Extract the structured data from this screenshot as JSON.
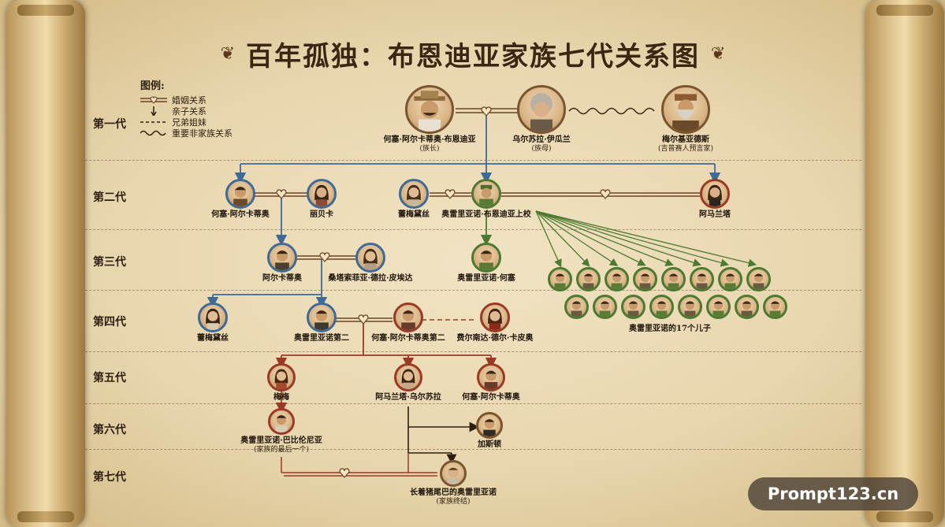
{
  "title": "百年孤独：布恩迪亚家族七代关系图",
  "legend": {
    "heading": "图例:",
    "items": [
      "婚姻关系",
      "亲子关系",
      "兄弟姐妹",
      "重要非家族关系"
    ]
  },
  "generations": [
    "第一代",
    "第二代",
    "第三代",
    "第四代",
    "第五代",
    "第六代",
    "第七代"
  ],
  "people": {
    "jose_arcadio_buendia": {
      "name": "何塞·阿尔卡蒂奥·布恩迪亚",
      "sub": "(族长)"
    },
    "ursula": {
      "name": "乌尔苏拉·伊瓜兰",
      "sub": "(族母)"
    },
    "melquiades": {
      "name": "梅尔基亚德斯",
      "sub": "(吉普赛人预言家)"
    },
    "jose_arcadio": {
      "name": "何塞·阿尔卡蒂奥"
    },
    "rebeca": {
      "name": "丽贝卡"
    },
    "remedios": {
      "name": "蕾梅黛丝"
    },
    "colonel_aureliano": {
      "name": "奥雷里亚诺·布恩迪亚上校"
    },
    "amaranta": {
      "name": "阿马兰塔"
    },
    "arcadio": {
      "name": "阿尔卡蒂奥"
    },
    "santa_sofia": {
      "name": "桑塔索菲亚·德拉·皮埃达"
    },
    "aureliano_jose": {
      "name": "奥雷里亚诺·何塞"
    },
    "seventeen_sons": {
      "name": "奥雷里亚诺的17个儿子"
    },
    "remedios_beauty": {
      "name": "蕾梅黛丝"
    },
    "aureliano_segundo": {
      "name": "奥雷里亚诺第二"
    },
    "jose_arcadio_segundo": {
      "name": "何塞·阿尔卡蒂奥第二"
    },
    "fernanda": {
      "name": "费尔南达·德尔·卡皮奥"
    },
    "meme": {
      "name": "梅梅"
    },
    "amaranta_ursula": {
      "name": "阿马兰塔·乌尔苏拉"
    },
    "jose_arcadio_5": {
      "name": "何塞·阿尔卡蒂奥"
    },
    "aureliano_babilonia": {
      "name": "奥雷里亚诺·巴比伦尼亚",
      "sub": "(家族的最后一个)"
    },
    "gaston": {
      "name": "加斯顿"
    },
    "pig_tail": {
      "name": "长着猪尾巴的奥雷里亚诺",
      "sub": "(家族终结)"
    }
  },
  "watermark": "Prompt123.cn"
}
